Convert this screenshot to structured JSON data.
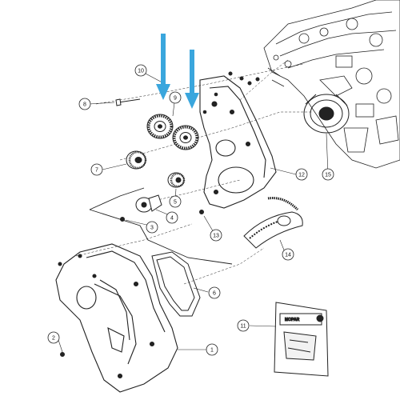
{
  "diagram": {
    "callouts": [
      {
        "id": "1",
        "label": "1"
      },
      {
        "id": "2",
        "label": "2"
      },
      {
        "id": "3",
        "label": "3"
      },
      {
        "id": "4",
        "label": "4"
      },
      {
        "id": "5",
        "label": "5"
      },
      {
        "id": "6",
        "label": "6"
      },
      {
        "id": "7",
        "label": "7"
      },
      {
        "id": "8",
        "label": "8"
      },
      {
        "id": "9",
        "label": "9"
      },
      {
        "id": "10",
        "label": "10"
      },
      {
        "id": "11",
        "label": "11"
      },
      {
        "id": "12",
        "label": "12"
      },
      {
        "id": "13",
        "label": "13"
      },
      {
        "id": "14",
        "label": "14"
      },
      {
        "id": "15",
        "label": "15"
      }
    ],
    "highlight_arrows": {
      "count": 2,
      "color": "#3aa6dd"
    },
    "kit_package": {
      "brand_text": "MOPAR"
    },
    "colors": {
      "line": "#222222",
      "background": "#ffffff",
      "arrow": "#3aa6dd"
    }
  }
}
